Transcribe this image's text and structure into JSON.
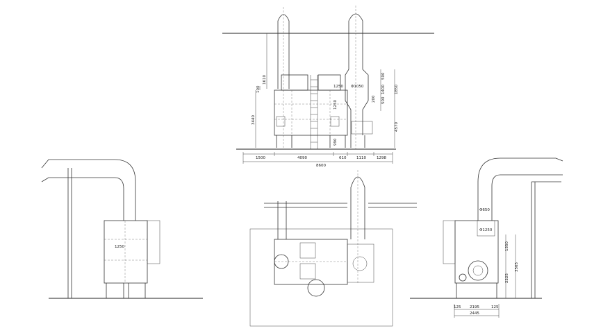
{
  "front_view": {
    "dims": {
      "d1500": "1500",
      "d4090": "4090",
      "d610": "610",
      "d1110": "1110",
      "d1298": "1298",
      "d8600": "8600",
      "d3440": "3440",
      "d1610": "1610",
      "d100": "100",
      "d990": "990",
      "d1250v": "1250",
      "d1250h": "1250",
      "phi1050": "Φ1050",
      "d500a": "500",
      "d1400": "1400",
      "d500b": "500",
      "d200": "200",
      "d1850": "1850",
      "d4570": "4570"
    }
  },
  "left_view": {
    "dims": {
      "d1250": "1250"
    }
  },
  "right_view": {
    "dims": {
      "phi650": "Φ650",
      "phi1250": "Φ1250",
      "d1350": "1350",
      "d3565": "3565",
      "d2225": "2225",
      "d125a": "125",
      "d2195": "2195",
      "d125b": "125",
      "d2445": "2445"
    }
  }
}
